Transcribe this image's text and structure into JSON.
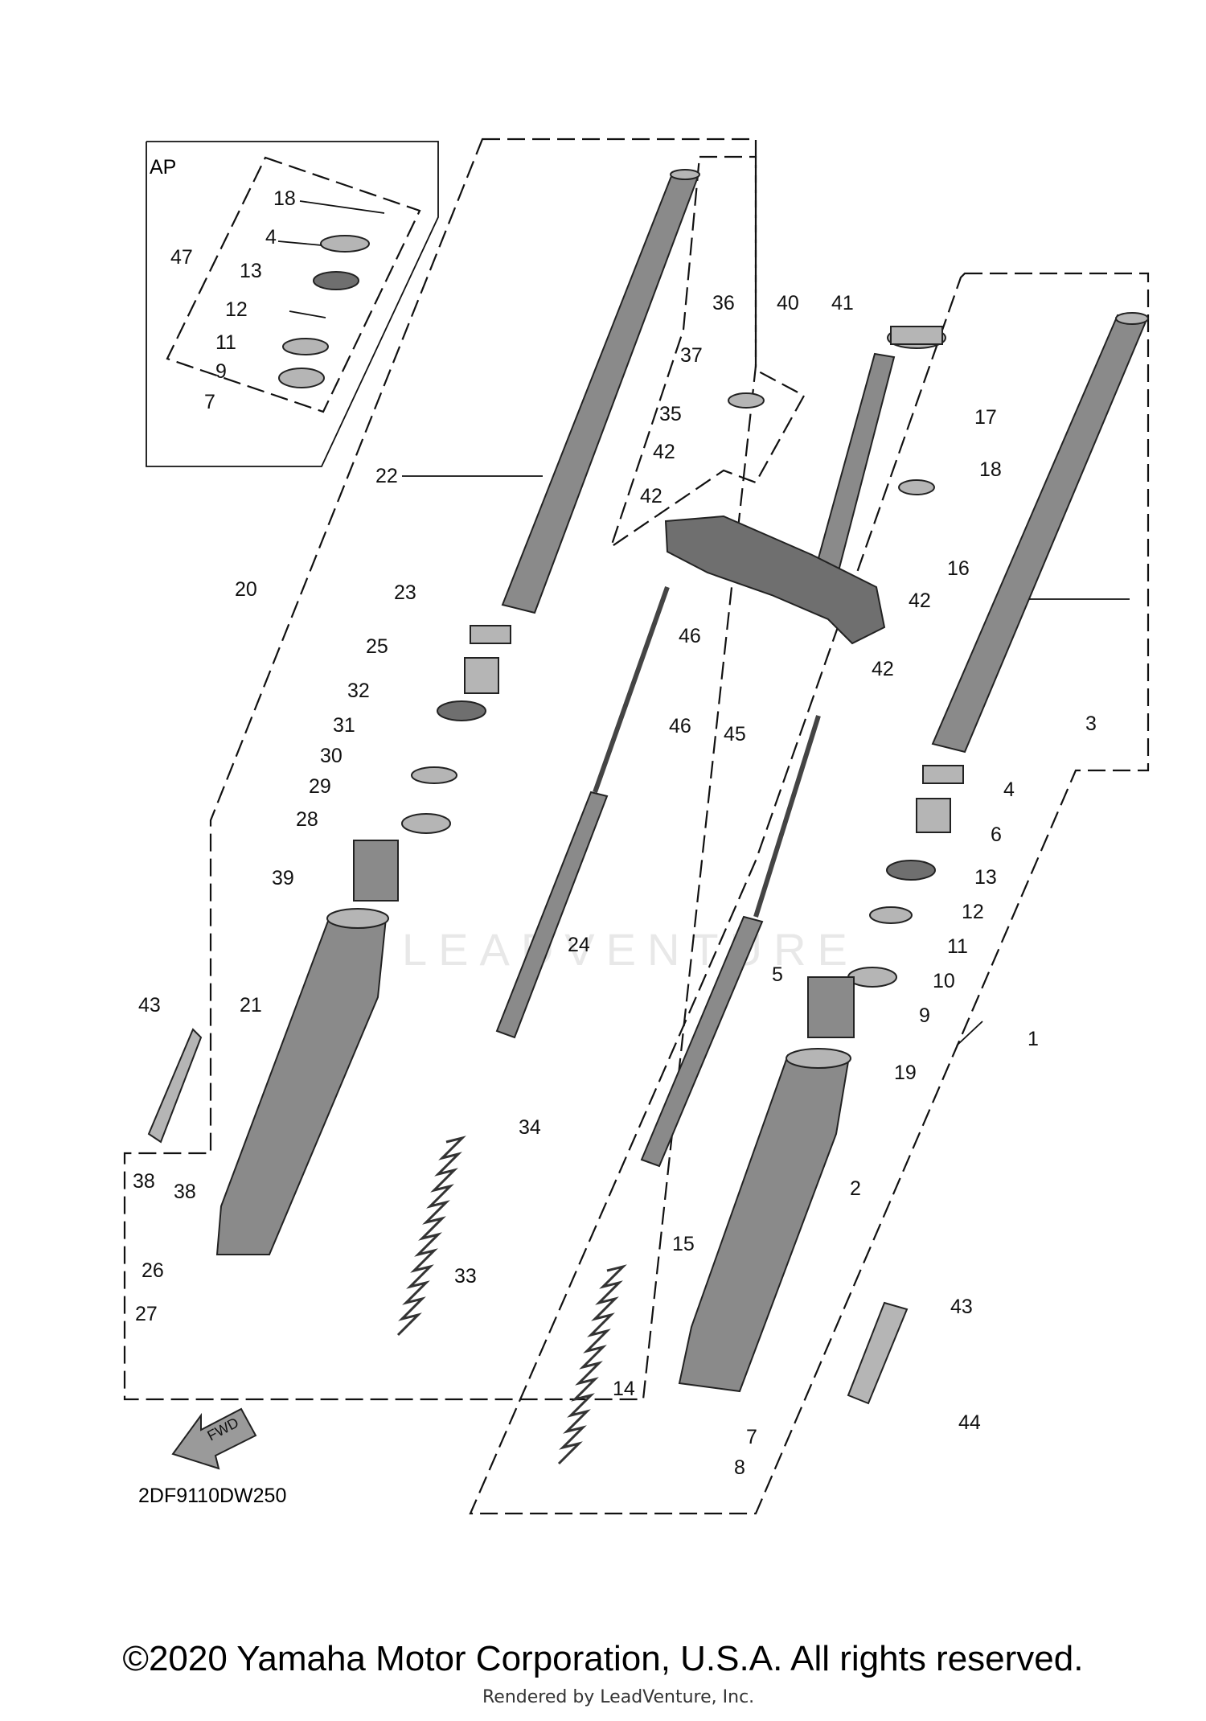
{
  "diagram": {
    "ap_label": "AP",
    "diagram_code": "2DF9110DW250",
    "fwd_label": "FWD",
    "copyright": "©2020 Yamaha Motor Corporation, U.S.A. All rights reserved.",
    "rendered_by": "Rendered by LeadVenture, Inc.",
    "watermark": "LEADVENTURE"
  },
  "callouts": {
    "n1": "1",
    "n2": "2",
    "n3": "3",
    "n4a": "4",
    "n4b": "4",
    "n5": "5",
    "n6": "6",
    "n7a": "7",
    "n7b": "7",
    "n8": "8",
    "n9a": "9",
    "n9b": "9",
    "n10": "10",
    "n11a": "11",
    "n11b": "11",
    "n12a": "12",
    "n12b": "12",
    "n13a": "13",
    "n13b": "13",
    "n14": "14",
    "n15": "15",
    "n16": "16",
    "n17": "17",
    "n18a": "18",
    "n18b": "18",
    "n19": "19",
    "n20": "20",
    "n21": "21",
    "n22": "22",
    "n23": "23",
    "n24": "24",
    "n25": "25",
    "n26": "26",
    "n27": "27",
    "n28": "28",
    "n29": "29",
    "n30": "30",
    "n31": "31",
    "n32": "32",
    "n33": "33",
    "n34": "34",
    "n35": "35",
    "n36": "36",
    "n37": "37",
    "n38a": "38",
    "n38b": "38",
    "n39": "39",
    "n40": "40",
    "n41": "41",
    "n42a": "42",
    "n42b": "42",
    "n42c": "42",
    "n42d": "42",
    "n43a": "43",
    "n43b": "43",
    "n44": "44",
    "n45": "45",
    "n46a": "46",
    "n46b": "46",
    "n47": "47"
  }
}
